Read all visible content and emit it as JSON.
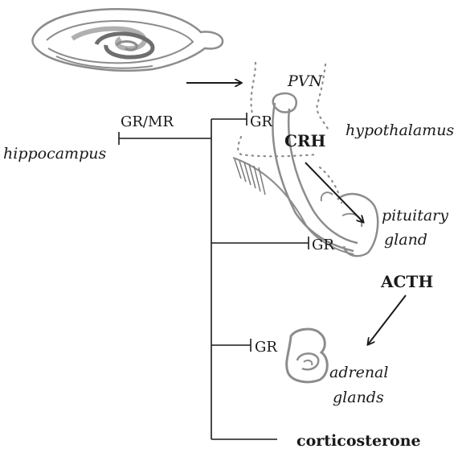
{
  "labels": {
    "pvn": "PVN",
    "hypothalamus": "hypothalamus",
    "gr_mr": "GR/MR",
    "hippocampus": "hippocampus",
    "gr_hypothalamus": "GR",
    "crh": "CRH",
    "pituitary_line1": "pituitary",
    "pituitary_line2": "gland",
    "gr_pituitary": "GR",
    "acth": "ACTH",
    "gr_adrenal": "GR",
    "adrenal_line1": "adrenal",
    "adrenal_line2": "glands",
    "corticosterone": "corticosterone"
  }
}
